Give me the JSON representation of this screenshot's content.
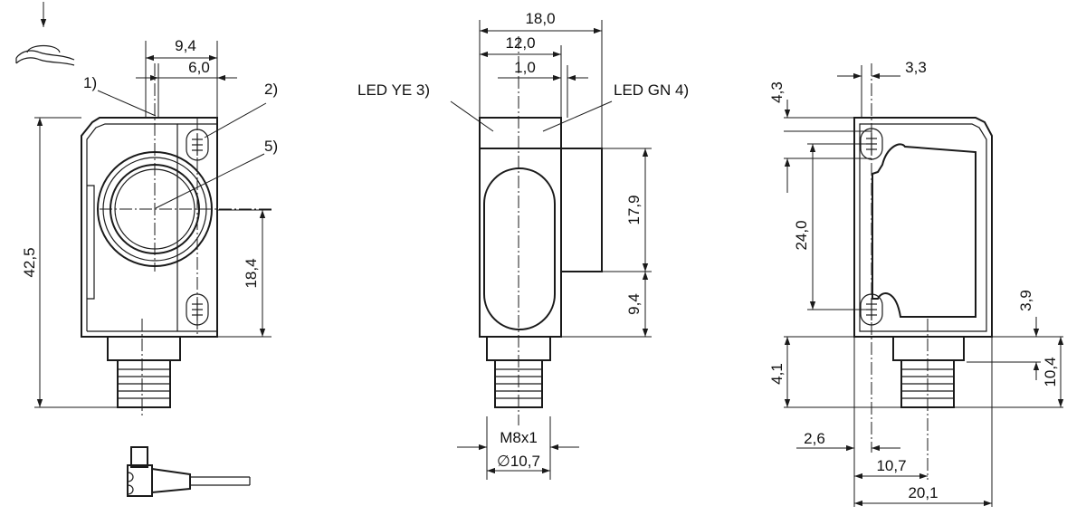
{
  "front_view": {
    "width_9_4": "9,4",
    "width_6_0": "6,0",
    "height_42_5": "42,5",
    "height_18_4": "18,4",
    "callout_1": "1)",
    "callout_2": "2)",
    "callout_5": "5)"
  },
  "side_view": {
    "width_18_0": "18,0",
    "width_12_0": "12,0",
    "width_1_0": "1,0",
    "led_ye": "LED YE 3)",
    "led_gn": "LED GN 4)",
    "height_17_9": "17,9",
    "height_9_4": "9,4",
    "thread": "M8x1",
    "diameter": "∅10,7"
  },
  "back_view": {
    "dim_3_3": "3,3",
    "dim_4_3": "4,3",
    "dim_24_0": "24,0",
    "dim_3_9": "3,9",
    "dim_4_1": "4,1",
    "dim_10_4": "10,4",
    "dim_2_6": "2,6",
    "dim_10_7": "10,7",
    "dim_20_1": "20,1"
  }
}
